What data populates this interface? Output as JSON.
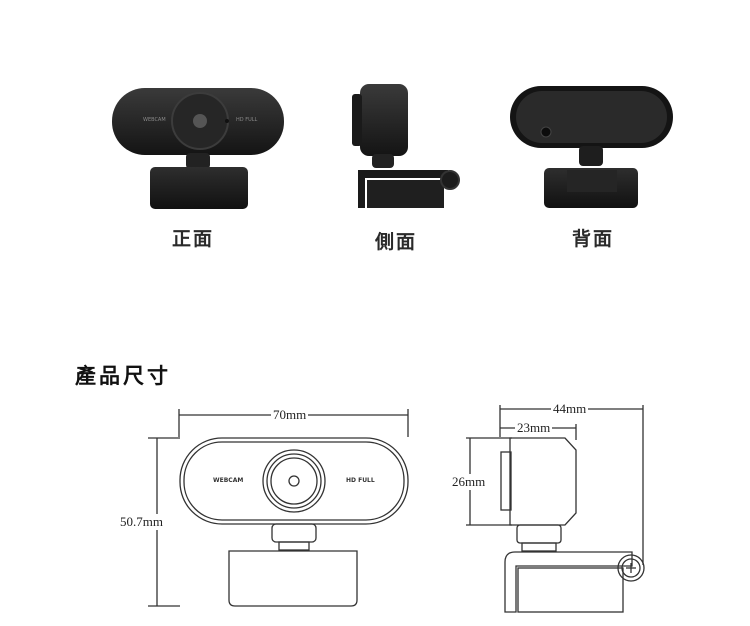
{
  "views": {
    "front_label": "正面",
    "side_label": "側面",
    "back_label": "背面"
  },
  "front_camera_text": {
    "left": "WEBCAM",
    "right": "HD FULL"
  },
  "dimensions": {
    "title": "產品尺寸",
    "width": "70mm",
    "height": "50.7mm",
    "side_total_depth": "44mm",
    "side_body_depth": "23mm",
    "side_body_height": "26mm",
    "diagram_text_left": "WEBCAM",
    "diagram_text_right": "HD FULL"
  },
  "colors": {
    "camera_body": "#1e1e1e",
    "line": "#333333"
  }
}
